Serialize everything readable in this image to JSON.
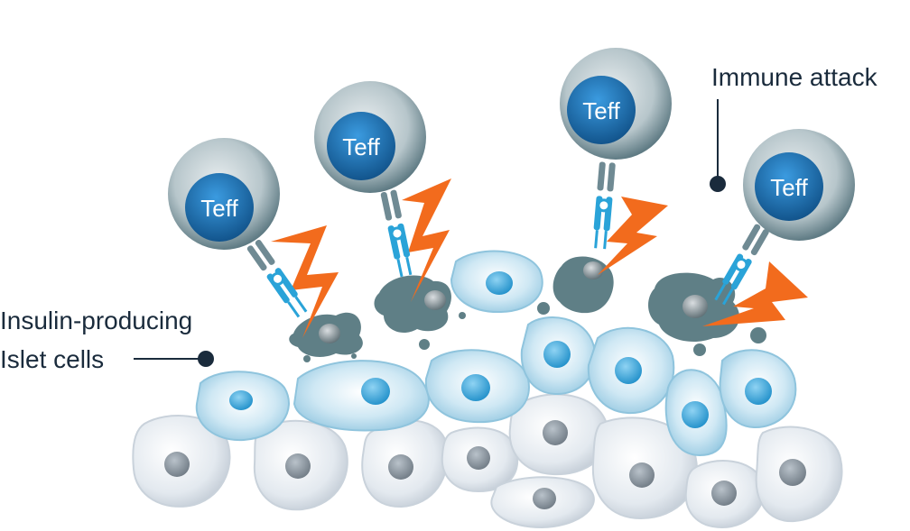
{
  "labels": {
    "immune_attack": "Immune attack",
    "islet_line1": "Insulin-producing",
    "islet_line2": "Islet cells"
  },
  "t_cells": [
    {
      "label": "Teff"
    },
    {
      "label": "Teff"
    },
    {
      "label": "Teff"
    },
    {
      "label": "Teff"
    }
  ],
  "colors": {
    "islet_cell_blue": "#a9d6ec",
    "islet_nucleus": "#3aa6dc",
    "background_cell": "#dfe6ee",
    "background_nucleus": "#7f8a94",
    "tcell_outer": "#6f8a93",
    "tcell_nucleus": "#1d6fae",
    "damaged_cell": "#5f7f86",
    "lightning": "#f26b1d",
    "receptor_blue": "#2aa3d8",
    "label_text": "#1a2b3c"
  }
}
